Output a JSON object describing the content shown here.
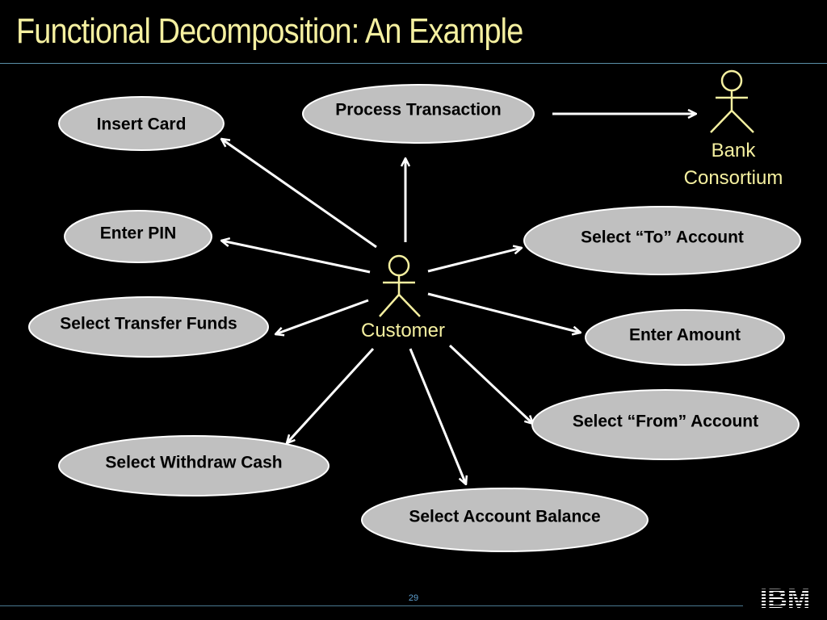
{
  "slide": {
    "title": "Functional Decomposition: An Example",
    "page_number": "29",
    "logo_text": "IBM"
  },
  "actors": {
    "customer": "Customer",
    "bank_line1": "Bank",
    "bank_line2": "Consortium"
  },
  "use_cases": {
    "insert_card": "Insert Card",
    "process_transaction": "Process Transaction",
    "enter_pin": "Enter PIN",
    "select_to_account": "Select “To” Account",
    "select_transfer_funds": "Select Transfer Funds",
    "enter_amount": "Enter Amount",
    "select_from_account": "Select “From” Account",
    "select_withdraw_cash": "Select Withdraw Cash",
    "select_account_balance": "Select Account Balance"
  },
  "colors": {
    "background": "#000000",
    "title": "#f5f0a0",
    "actor": "#f5f0a0",
    "ellipse_fill": "#c0c0c0",
    "ellipse_stroke": "#ffffff",
    "arrow": "#ffffff"
  }
}
